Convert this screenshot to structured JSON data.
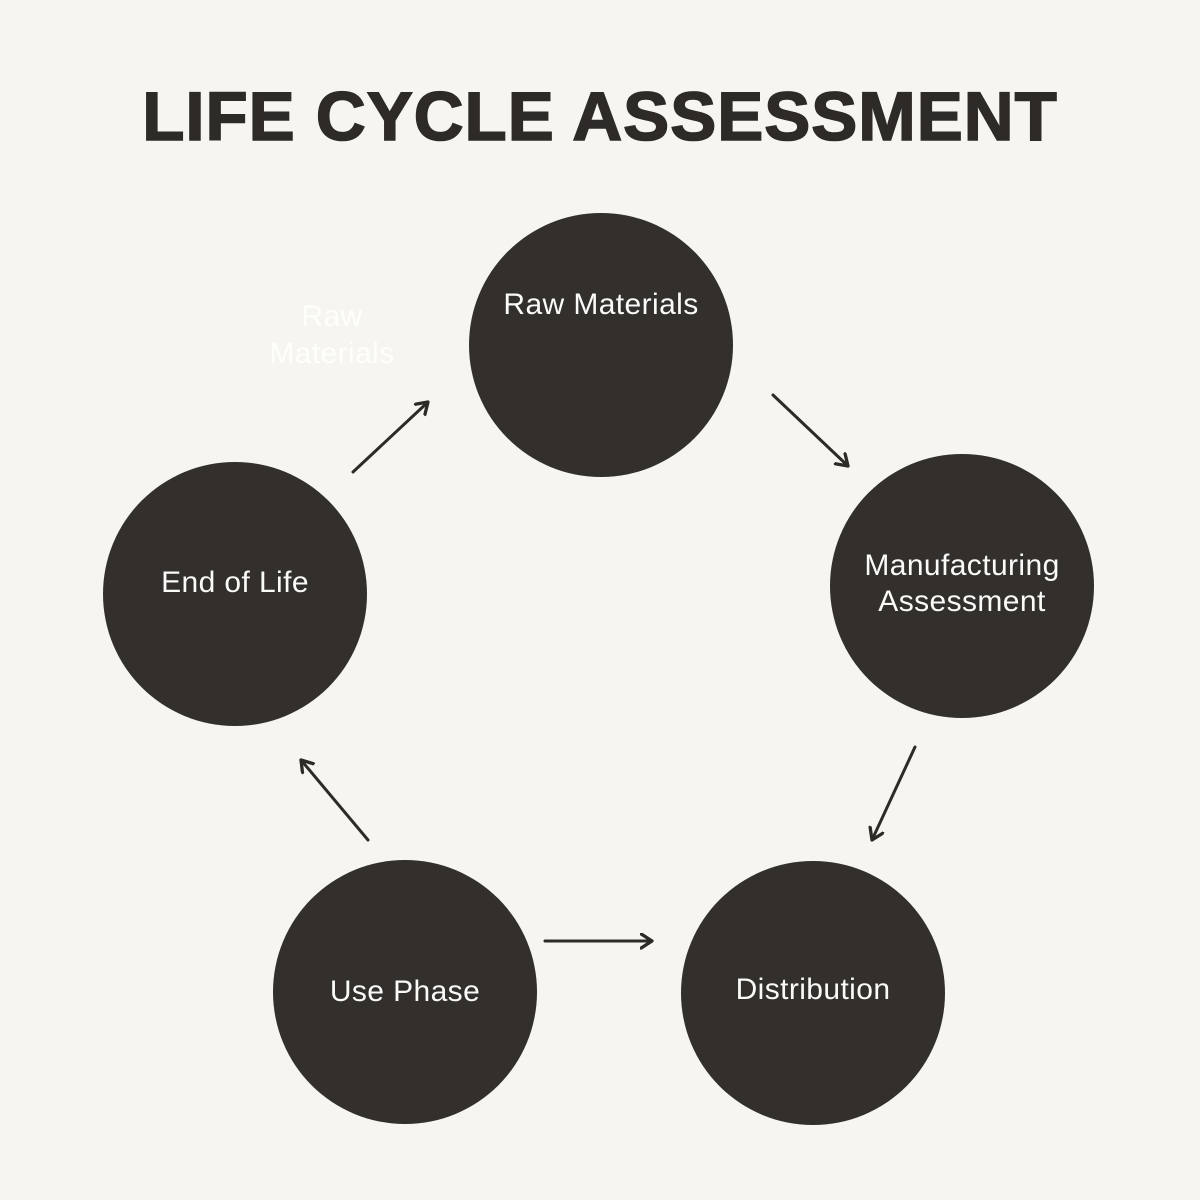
{
  "title": "LIFE CYCLE ASSESSMENT",
  "colors": {
    "background": "#f7f5f0",
    "node": "#322f2d",
    "node_text": "#fafaf7",
    "title": "#2d2a28",
    "arrow": "#2d2a28",
    "ghost_text": "#fefefb"
  },
  "diagram": {
    "type": "cycle",
    "nodes": [
      {
        "id": "raw-materials",
        "label": "Raw Materials"
      },
      {
        "id": "manufacturing-assessment",
        "label": "Manufacturing Assessment"
      },
      {
        "id": "distribution",
        "label": "Distribution"
      },
      {
        "id": "use-phase",
        "label": "Use Phase"
      },
      {
        "id": "end-of-life",
        "label": "End of Life"
      }
    ],
    "edges": [
      {
        "from": "raw-materials",
        "to": "manufacturing-assessment"
      },
      {
        "from": "manufacturing-assessment",
        "to": "distribution"
      },
      {
        "from": "use-phase",
        "to": "distribution"
      },
      {
        "from": "use-phase",
        "to": "end-of-life"
      },
      {
        "from": "end-of-life",
        "to": "raw-materials"
      }
    ],
    "ghost_label": "Raw Materials"
  }
}
